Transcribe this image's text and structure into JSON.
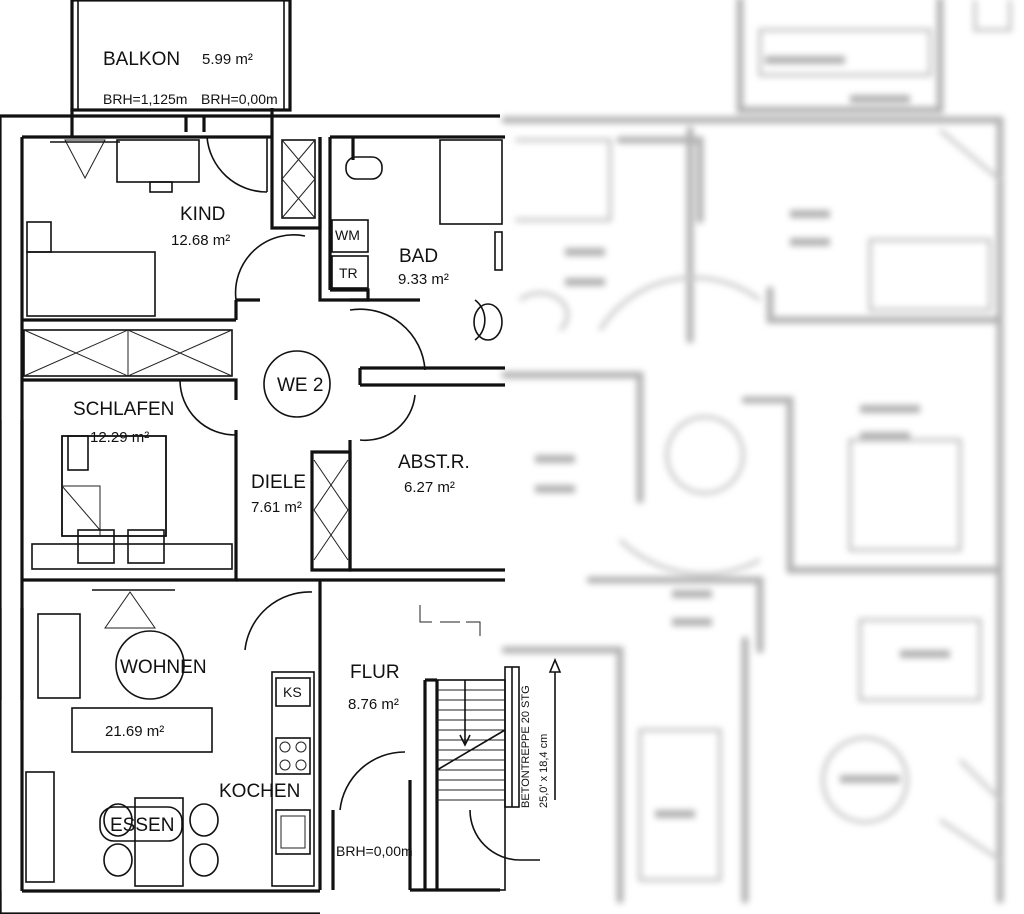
{
  "plan": {
    "unit_label": "WE 2",
    "rooms": {
      "balkon": {
        "name": "BALKON",
        "area": "5.99 m²",
        "brh_left": "BRH=1,125m",
        "brh_right": "BRH=0,00m"
      },
      "kind": {
        "name": "KIND",
        "area": "12.68 m²"
      },
      "bad": {
        "name": "BAD",
        "area": "9.33 m²"
      },
      "schlafen": {
        "name": "SCHLAFEN",
        "area": "12.29 m²"
      },
      "diele": {
        "name": "DIELE",
        "area": "7.61 m²"
      },
      "abstr": {
        "name": "ABST.R.",
        "area": "6.27 m²"
      },
      "wohnen": {
        "name": "WOHNEN",
        "area": "21.69 m²"
      },
      "kochen": {
        "name": "KOCHEN"
      },
      "essen": {
        "name": "ESSEN"
      },
      "flur": {
        "name": "FLUR",
        "area": "8.76 m²",
        "brh": "BRH=0,00m"
      }
    },
    "fixtures": {
      "wm": "WM",
      "tr": "TR",
      "ks": "KS"
    },
    "stair": {
      "line1": "BETONTREPPE 20 STG",
      "line2": "25,0' x 18,4 cm"
    }
  }
}
